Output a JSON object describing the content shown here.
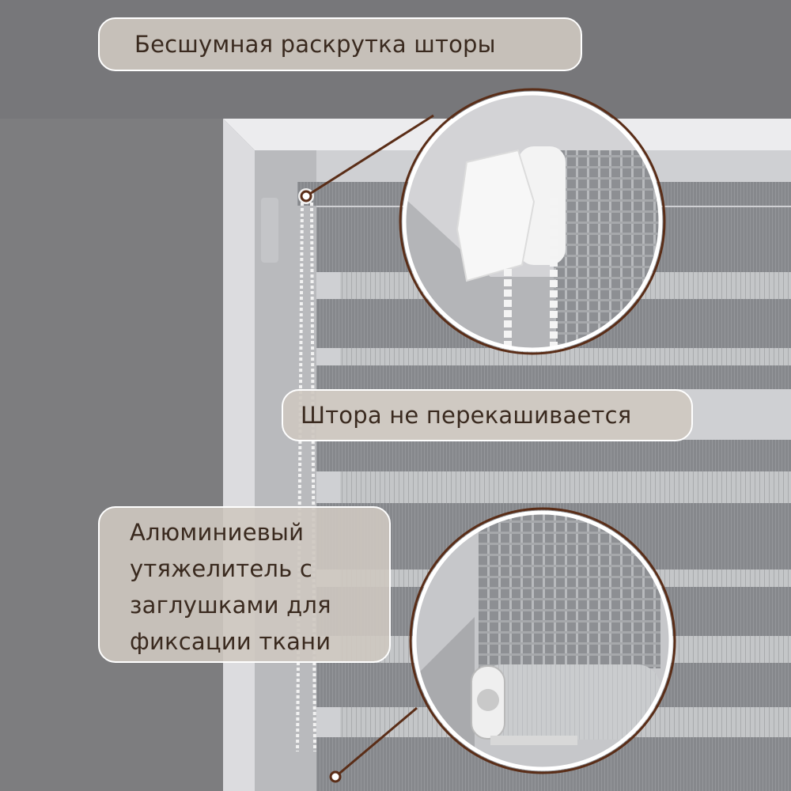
{
  "labels": {
    "top": "Бесшумная раскрутка шторы",
    "middle": "Штора не перекашивается",
    "bottom": [
      "Алюминиевый",
      "утяжелитель с",
      "заглушками для",
      "фиксации ткани"
    ]
  },
  "colors": {
    "wall": "#7d7d7f",
    "blind_fabric": "#8a8c90",
    "frame": "#e6e6e8",
    "label_bg": "#cec8c0",
    "label_text": "#3a2a1f",
    "accent_brown": "#5a2d17"
  }
}
